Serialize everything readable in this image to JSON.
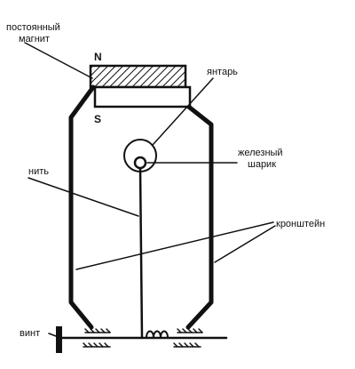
{
  "labels": {
    "magnet_line1": "постоянный",
    "magnet_line2": "магнит",
    "pole_north": "N",
    "pole_south": "S",
    "amber": "янтарь",
    "iron_ball_line1": "железный",
    "iron_ball_line2": "шарик",
    "thread": "нить",
    "bracket": "кронштейн",
    "screw": "винт"
  },
  "colors": {
    "ink": "#111111",
    "background": "#ffffff"
  }
}
